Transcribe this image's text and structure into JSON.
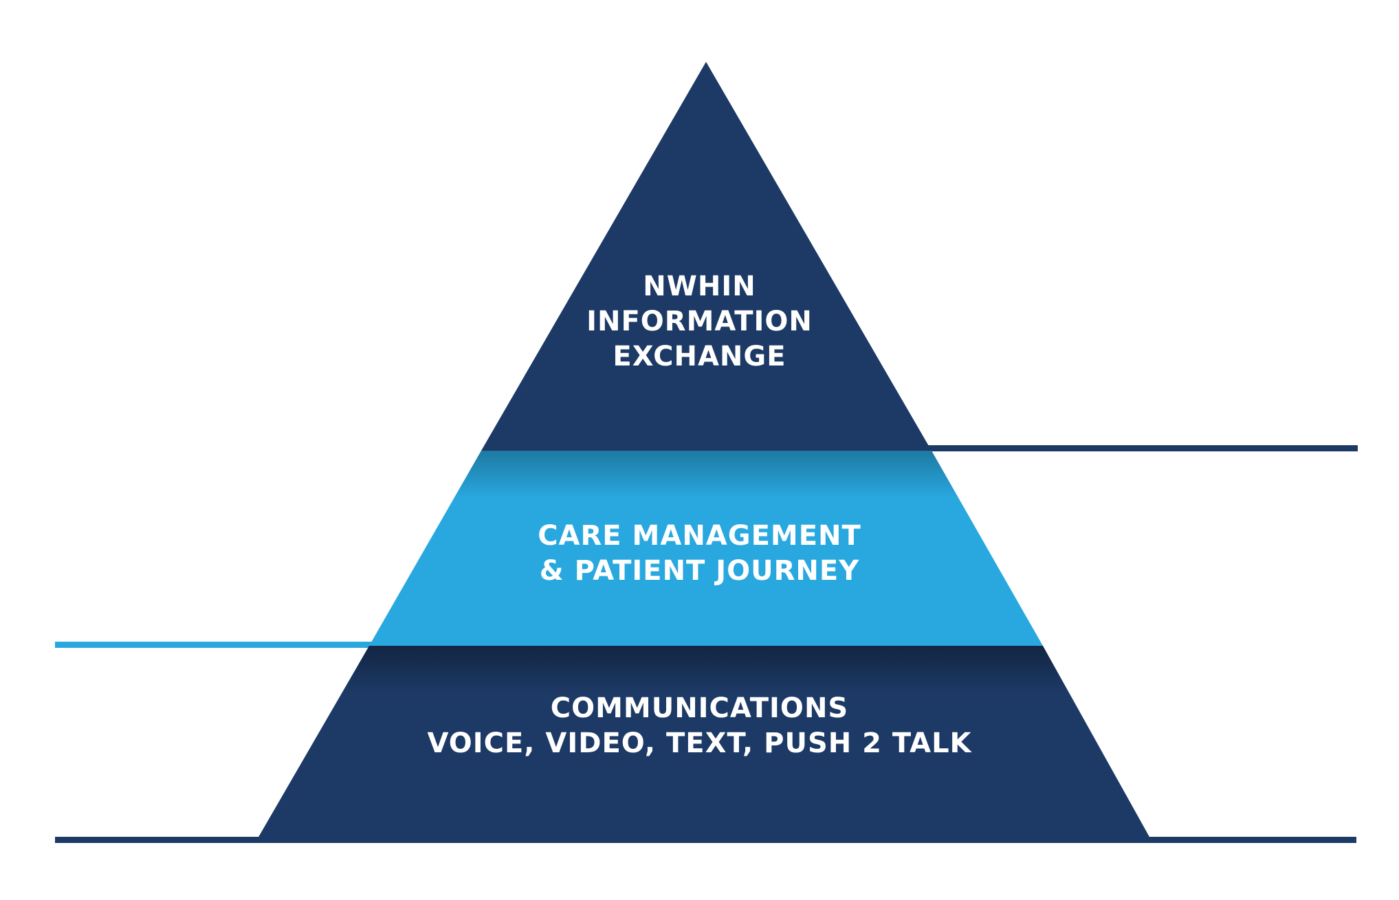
{
  "colors": {
    "navy": "#1d3a66",
    "navy_dark": "#142c50",
    "sky_blue": "#29a8e0",
    "background": "#ffffff"
  },
  "tiers": [
    {
      "id": "top",
      "color": "#1d3a66",
      "lines": [
        "NWHIN",
        "INFORMATION",
        "EXCHANGE"
      ]
    },
    {
      "id": "middle",
      "color": "#29a8e0",
      "lines": [
        "CARE MANAGEMENT",
        "& PATIENT JOURNEY"
      ]
    },
    {
      "id": "bottom",
      "color": "#1d3a66",
      "lines": [
        "COMMUNICATIONS",
        "VOICE, VIDEO, TEXT, PUSH 2 TALK"
      ]
    }
  ]
}
